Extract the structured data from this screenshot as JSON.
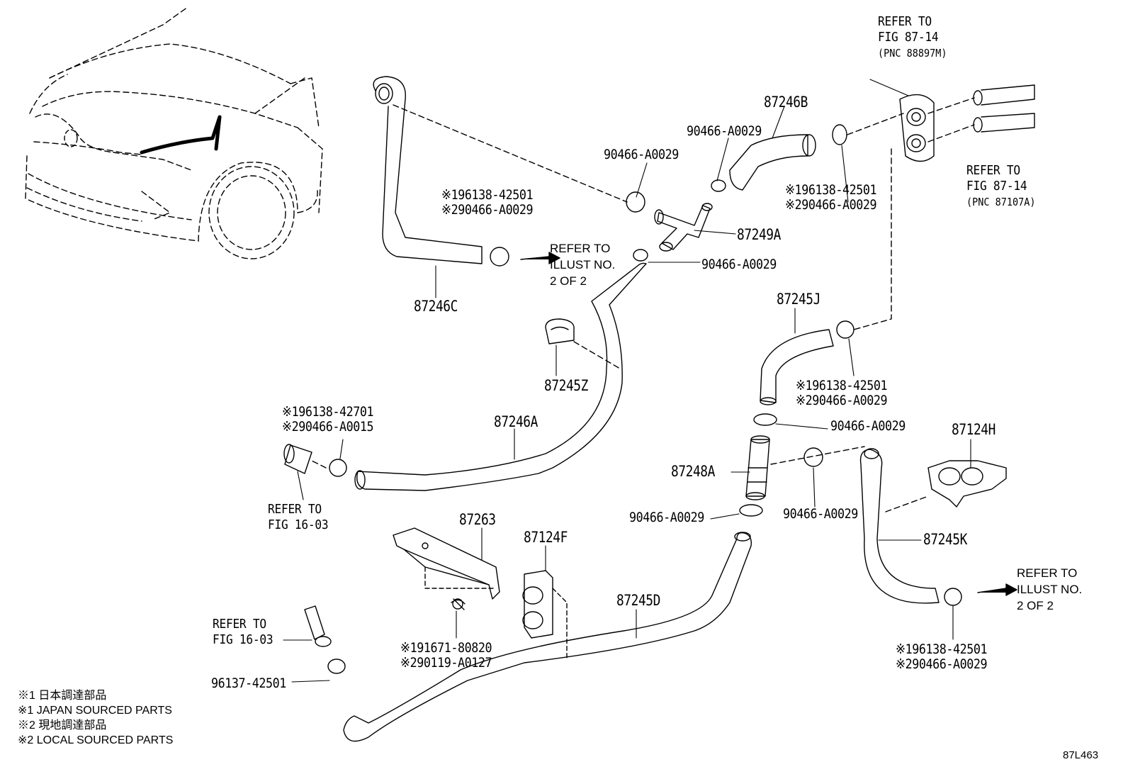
{
  "parts": {
    "p87246C": "87246C",
    "p87246B": "87246B",
    "p87249A": "87249A",
    "p87245Z": "87245Z",
    "p87246A": "87246A",
    "p87245J": "87245J",
    "p87248A": "87248A",
    "p87124H": "87124H",
    "p87245K": "87245K",
    "p87263": "87263",
    "p87124F": "87124F",
    "p87245D": "87245D"
  },
  "clamps": {
    "c1": "90466-A0029",
    "c2": "90466-A0029",
    "c3": "90466-A0029",
    "c4": "90466-A0029",
    "c5": "90466-A0029",
    "c6": "90466-A0029",
    "c7": "96137-42501"
  },
  "dual_codes": {
    "d1": [
      "※196138-42501",
      "※290466-A0029"
    ],
    "d2": [
      "※196138-42501",
      "※290466-A0029"
    ],
    "d3": [
      "※196138-42501",
      "※290466-A0029"
    ],
    "d4": [
      "※196138-42701",
      "※290466-A0015"
    ],
    "d5": [
      "※191671-80820",
      "※290119-A0127"
    ],
    "d6": [
      "※196138-42501",
      "※290466-A0029"
    ]
  },
  "references": {
    "fig87_14_top": [
      "REFER TO",
      "FIG 87-14",
      "(PNC 88897M)"
    ],
    "fig87_14_right": [
      "REFER TO",
      "FIG 87-14",
      "(PNC 87107A)"
    ],
    "fig16_03_a": [
      "REFER TO",
      "FIG 16-03"
    ],
    "fig16_03_b": [
      "REFER TO",
      "FIG 16-03"
    ],
    "illust_a": [
      "REFER TO",
      "ILLUST NO.",
      "2 OF 2"
    ],
    "illust_b": [
      "REFER TO",
      "ILLUST NO.",
      "2 OF 2"
    ]
  },
  "legend": [
    "※1 日本調達部品",
    "※1 JAPAN SOURCED PARTS",
    "※2 現地調達部品",
    "※2 LOCAL SOURCED PARTS"
  ],
  "diagram_code": "87L463"
}
